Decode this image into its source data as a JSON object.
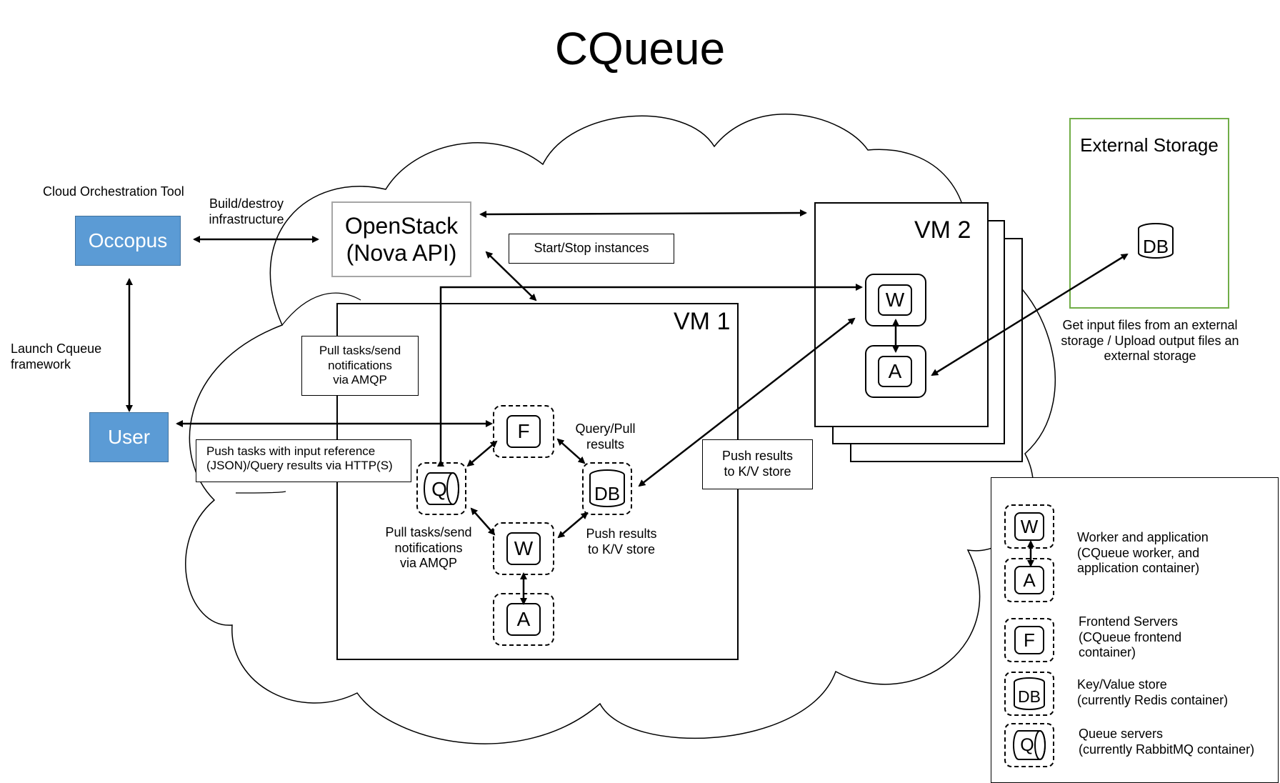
{
  "title": "CQueue",
  "occopus": {
    "caption": "Cloud Orchestration Tool",
    "label": "Occopus"
  },
  "user": {
    "label": "User"
  },
  "labels": {
    "build": "Build/destroy\ninfrastructure",
    "launch": "Launch Cqueue\nframework",
    "start_stop": "Start/Stop instances",
    "pull_tasks_box": "Pull tasks/send\nnotifications\nvia AMQP",
    "push_tasks": "Push tasks with input reference\n(JSON)/Query results via HTTP(S)",
    "query_pull": "Query/Pull\nresults",
    "push_results_inner": "Push results\nto K/V store",
    "pull_tasks_inner": "Pull tasks/send\nnotifications\nvia AMQP",
    "push_results_box": "Push results\nto K/V store",
    "external_files": "Get input files from an external\nstorage / Upload output files an\nexternal storage"
  },
  "openstack": {
    "label": "OpenStack\n(Nova API)"
  },
  "vm1": {
    "label": "VM 1"
  },
  "vm2": {
    "label": "VM 2"
  },
  "external_storage": {
    "label": "External Storage",
    "db": "DB"
  },
  "components": {
    "w": "W",
    "a": "A",
    "f": "F",
    "q": "Q",
    "db": "DB"
  },
  "legend": {
    "worker": "Worker and application\n(CQueue worker, and\napplication container)",
    "frontend": "Frontend Servers\n(CQueue frontend\ncontainer)",
    "kv": "Key/Value store\n(currently Redis container)",
    "queue": "Queue servers\n(currently RabbitMQ container)"
  },
  "colors": {
    "blue": "#5b9bd5",
    "green": "#70ad47",
    "stroke": "#000000"
  }
}
